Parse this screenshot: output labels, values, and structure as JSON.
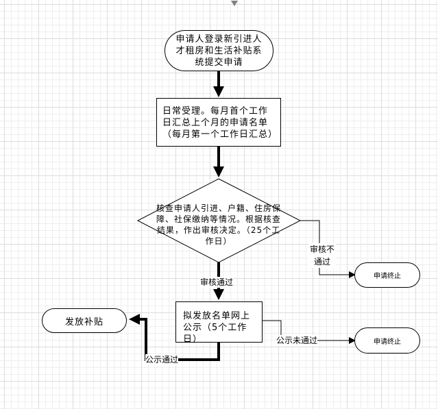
{
  "nodes": {
    "start": "申请人登录新引进人才租房和生活补贴系统提交申请",
    "accept": "日常受理。每月首个工作日汇总上个月的申请名单（每月第一个工作日汇总）",
    "review": "核查申请人引进、户籍、住房保障、社保缴纳等情况。根据核查结果，作出审核决定。（25个工作日）",
    "publicize": "拟发放名单网上公示（5个工作日）",
    "end_reject_review": "申请终止",
    "end_reject_public": "申请终止",
    "grant": "发放补贴"
  },
  "edges": {
    "review_pass": "审核通过",
    "review_fail": "审核不通过",
    "public_pass": "公示通过",
    "public_fail": "公示未通过"
  }
}
